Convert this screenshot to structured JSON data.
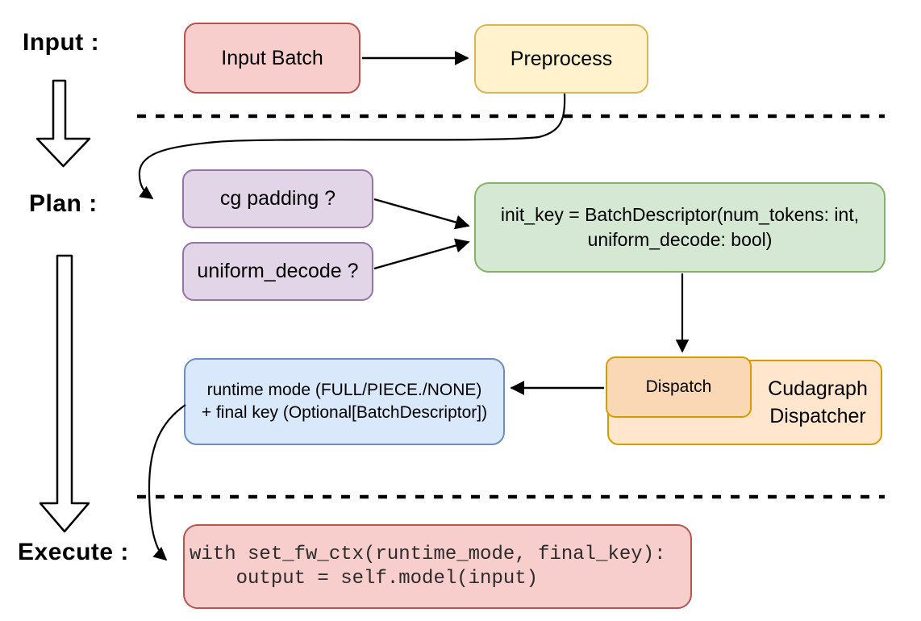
{
  "stage_labels": {
    "input": "Input :",
    "plan": "Plan :",
    "execute": "Execute :"
  },
  "nodes": {
    "input_batch": {
      "label": "Input Batch"
    },
    "preprocess": {
      "label": "Preprocess"
    },
    "cg_padding": {
      "label": "cg padding ?"
    },
    "uniform_decode": {
      "label": "uniform_decode ?"
    },
    "init_key": {
      "line1": "init_key = BatchDescriptor(num_tokens: int,",
      "line2": "uniform_decode: bool)"
    },
    "dispatch": {
      "label": "Dispatch"
    },
    "cudagraph_dispatcher": {
      "line1": "Cudagraph",
      "line2": "Dispatcher"
    },
    "runtime_mode": {
      "line1": "runtime mode (FULL/PIECE./NONE)",
      "line2": "+ final key (Optional[BatchDescriptor])"
    },
    "execute_code": {
      "line1": "with set_fw_ctx(runtime_mode, final_key):",
      "line2": "    output = self.model(input)"
    }
  },
  "colors": {
    "red_fill": "#F8CECC",
    "red_stroke": "#B85450",
    "yellow_fill": "#FFF2CC",
    "yellow_stroke": "#D6B656",
    "purple_fill": "#E1D5E7",
    "purple_stroke": "#9673A6",
    "green_fill": "#D5E8D4",
    "green_stroke": "#82B366",
    "orange_fill": "#FFE6CC",
    "orange_inner_fill": "#FAD7B5",
    "orange_stroke": "#D79B00",
    "blue_fill": "#DAE8FC",
    "blue_stroke": "#6C8EBF",
    "line_color": "#000000",
    "background": "#FFFFFF"
  }
}
